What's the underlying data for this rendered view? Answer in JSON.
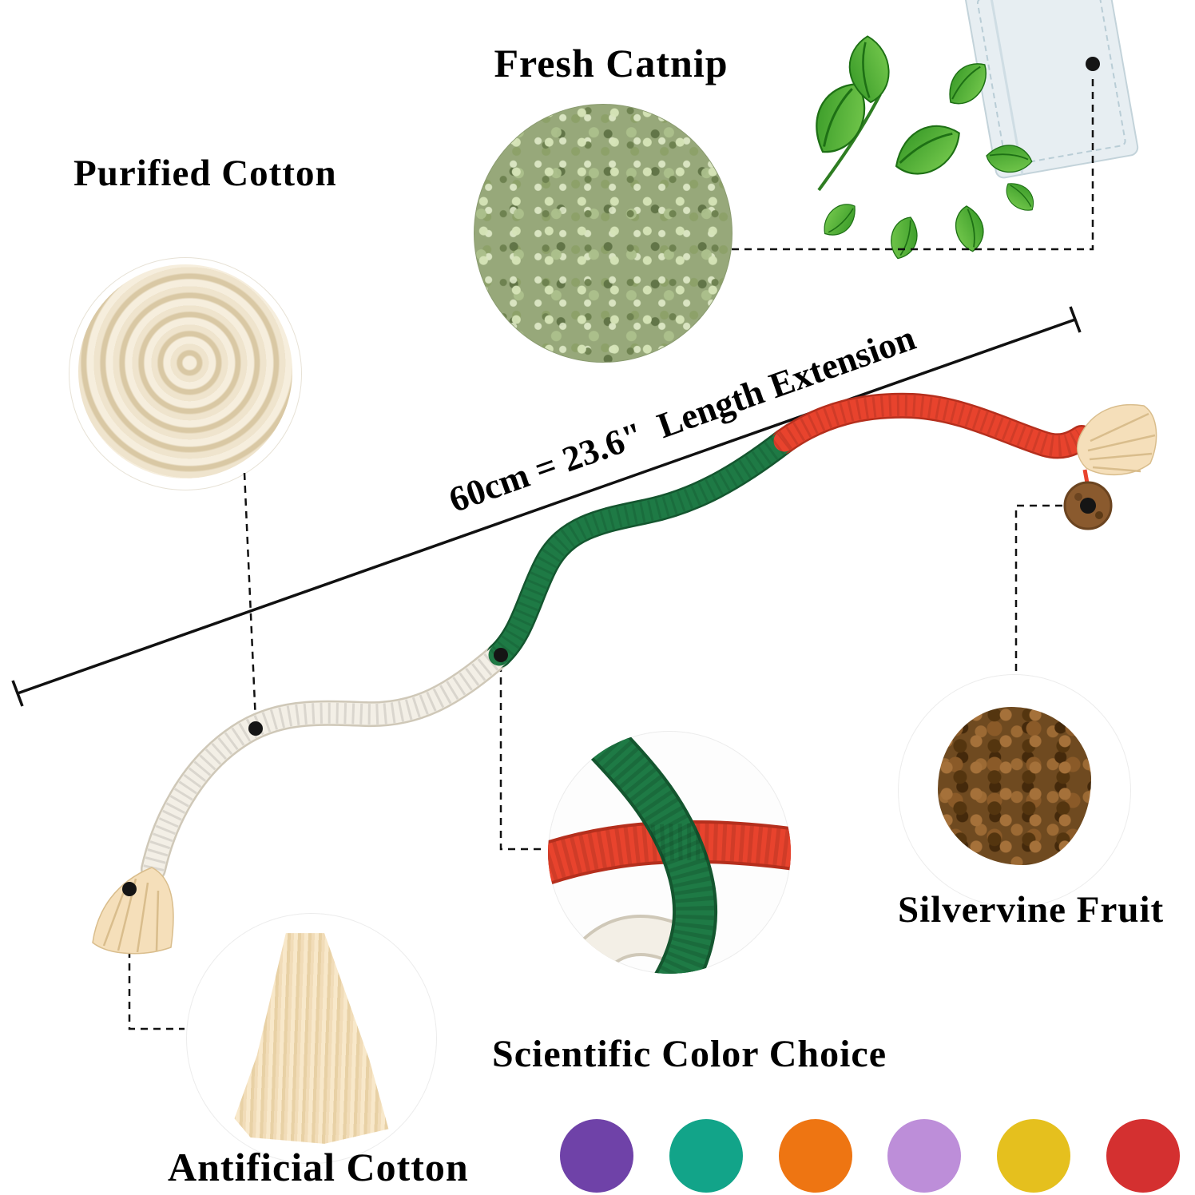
{
  "labels": {
    "fresh_catnip": "Fresh Catnip",
    "purified_cotton": "Purified Cotton",
    "silvervine_fruit": "Silvervine Fruit",
    "scientific_color_choice": "Scientific Color Choice",
    "antificial_cotton": "Antificial Cotton"
  },
  "measurement": {
    "text": "60cm = 23.6\"  Length Extension"
  },
  "rope": {
    "white": "#f3efe6",
    "white_edge": "#cfc8b8",
    "green": "#1e7a45",
    "green_edge": "#14562f",
    "red": "#e8432d",
    "red_edge": "#b52f1d",
    "tassel": "#f5dfba",
    "tassel_strand": "#d9bd8c",
    "silvervine_donut": "#8a5a2e"
  },
  "swatches": [
    {
      "name": "purple",
      "hex": "#6f42a8"
    },
    {
      "name": "teal",
      "hex": "#12a489"
    },
    {
      "name": "orange",
      "hex": "#ee7512"
    },
    {
      "name": "lavender",
      "hex": "#bd8ed9"
    },
    {
      "name": "gold",
      "hex": "#e5c01e"
    },
    {
      "name": "red",
      "hex": "#d43030"
    }
  ]
}
